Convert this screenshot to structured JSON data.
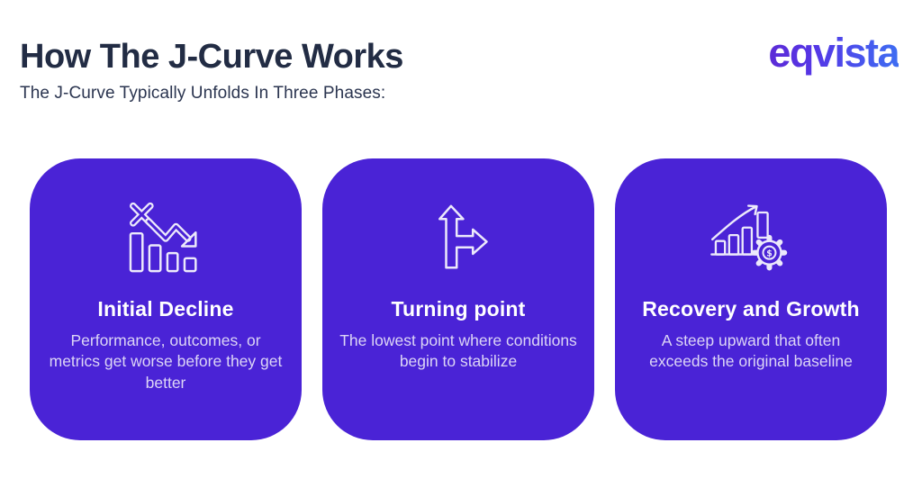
{
  "page": {
    "title": "How The J-Curve Works",
    "subtitle": "The J-Curve Typically Unfolds In Three Phases:"
  },
  "logo": {
    "text": "eqvista",
    "gradient_start": "#5c2bd6",
    "gradient_end": "#3e6df2"
  },
  "colors": {
    "card_background": "#4a23d6",
    "heading_text": "#222c44",
    "card_title_text": "#ffffff",
    "card_body_text": "#dcd5f6",
    "icon_stroke": "#ece9fb"
  },
  "cards": [
    {
      "icon": "declining-bar-chart-icon",
      "title": "Initial Decline",
      "description": "Performance, outcomes, or metrics get worse before they get better"
    },
    {
      "icon": "branching-arrow-icon",
      "title": "Turning point",
      "description": "The lowest point where conditions begin to stabilize"
    },
    {
      "icon": "growth-chart-gear-icon",
      "title": "Recovery and Growth",
      "description": "A steep upward that often exceeds the original baseline"
    }
  ]
}
